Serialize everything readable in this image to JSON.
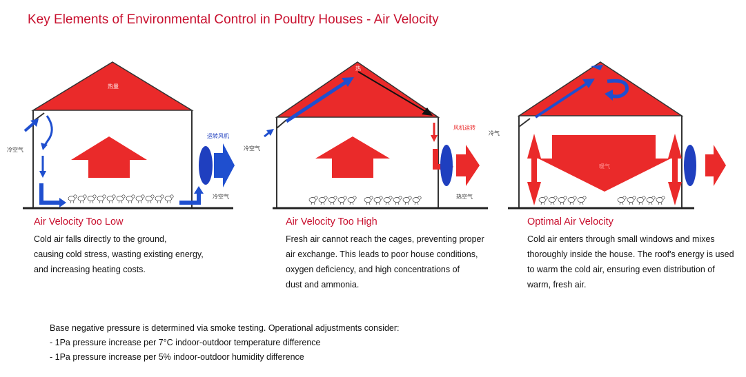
{
  "title": "Key Elements of Environmental Control in Poultry Houses - Air Velocity",
  "colors": {
    "title": "#c8102e",
    "roof": "#ea2a2a",
    "airflow": "#1f4fcf",
    "fan": "#1f3fbf",
    "ground": "#222222"
  },
  "panels": [
    {
      "heading": "Air Velocity Too Low",
      "body": [
        "Cold air falls directly to the ground,",
        "causing cold stress, wasting existing energy,",
        "and increasing heating costs."
      ],
      "labels": {
        "roof": "热量",
        "inlet": "冷空气",
        "fan": "运转风机",
        "exhaust": "冷空气"
      }
    },
    {
      "heading": "Air Velocity Too High",
      "body": [
        "Fresh air cannot reach the cages, preventing proper",
        "air exchange. This leads to poor house conditions,",
        "oxygen deficiency, and high concentrations of",
        "dust and ammonia."
      ],
      "labels": {
        "roof": "热",
        "inlet": "冷空气",
        "fan": "风机运转",
        "exhaust": "热空气"
      }
    },
    {
      "heading": "Optimal Air Velocity",
      "body": [
        "Cold air enters through small windows and mixes",
        "thoroughly inside the house. The roof's energy is used",
        "to warm the cold air, ensuring even distribution of",
        "warm, fresh air."
      ],
      "labels": {
        "inlet": "冷气",
        "center": "暖气"
      }
    }
  ],
  "footer": {
    "intro": "Base negative pressure is determined via smoke testing. Operational adjustments consider:",
    "items": [
      "- 1Pa pressure increase per 7°C indoor-outdoor temperature difference",
      "- 1Pa pressure increase per 5% indoor-outdoor humidity difference"
    ]
  }
}
